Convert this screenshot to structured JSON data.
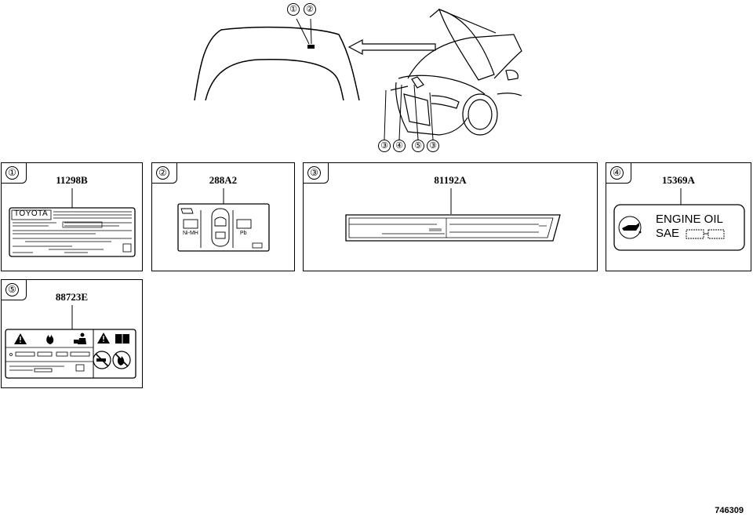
{
  "overview": {
    "callouts_top": [
      "①",
      "②"
    ],
    "callouts_bottom": [
      "③",
      "④",
      "⑤",
      "③"
    ]
  },
  "panels": [
    {
      "num": "①",
      "code": "11298B",
      "brand": "TOYOTA"
    },
    {
      "num": "②",
      "code": "288A2",
      "label_left": "Ni-MH",
      "label_right": "Pb"
    },
    {
      "num": "③",
      "code": "81192A"
    },
    {
      "num": "④",
      "code": "15369A",
      "line1": "ENGINE OIL",
      "line2": "SAE"
    },
    {
      "num": "⑤",
      "code": "88723E"
    }
  ],
  "diagram_id": "746309",
  "colors": {
    "line": "#000000",
    "background": "#ffffff"
  }
}
